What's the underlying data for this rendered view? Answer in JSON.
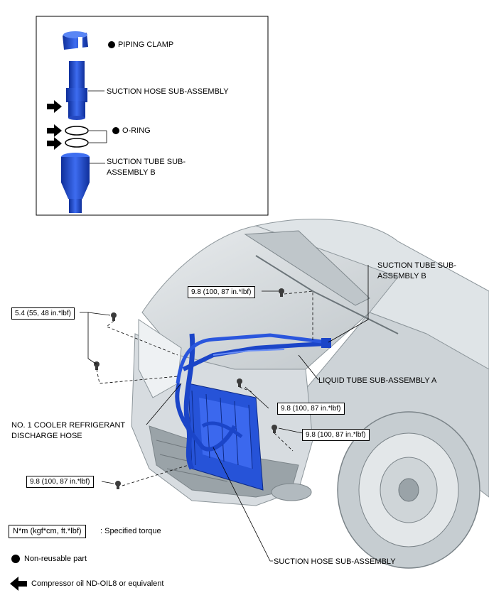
{
  "inset": {
    "piping_clamp": "PIPING CLAMP",
    "suction_hose": "SUCTION HOSE SUB-ASSEMBLY",
    "o_ring": "O-RING",
    "suction_tube_b_line1": "SUCTION TUBE SUB-",
    "suction_tube_b_line2": "ASSEMBLY B"
  },
  "main": {
    "suction_tube_b_line1": "SUCTION TUBE SUB-",
    "suction_tube_b_line2": "ASSEMBLY B",
    "liquid_tube": "LIQUID TUBE SUB-ASSEMBLY A",
    "discharge_line1": "NO. 1 COOLER REFRIGERANT",
    "discharge_line2": "DISCHARGE HOSE",
    "suction_hose": "SUCTION HOSE SUB-ASSEMBLY",
    "torque_top": "9.8 (100, 87 in.*lbf)",
    "torque_left": "5.4 (55, 48 in.*lbf)",
    "torque_mid": "9.8 (100, 87 in.*lbf)",
    "torque_right": "9.8 (100, 87 in.*lbf)",
    "torque_bottom": "9.8 (100, 87 in.*lbf)"
  },
  "legend": {
    "torque_box": "N*m (kgf*cm, ft.*lbf)",
    "torque_desc": ": Specified torque",
    "non_reusable": "Non-reusable part",
    "compressor_oil": "Compressor oil ND-OIL8 or equivalent"
  },
  "colors": {
    "part_blue": "#1f4fd0",
    "car_grey": "#c9cfd3"
  }
}
